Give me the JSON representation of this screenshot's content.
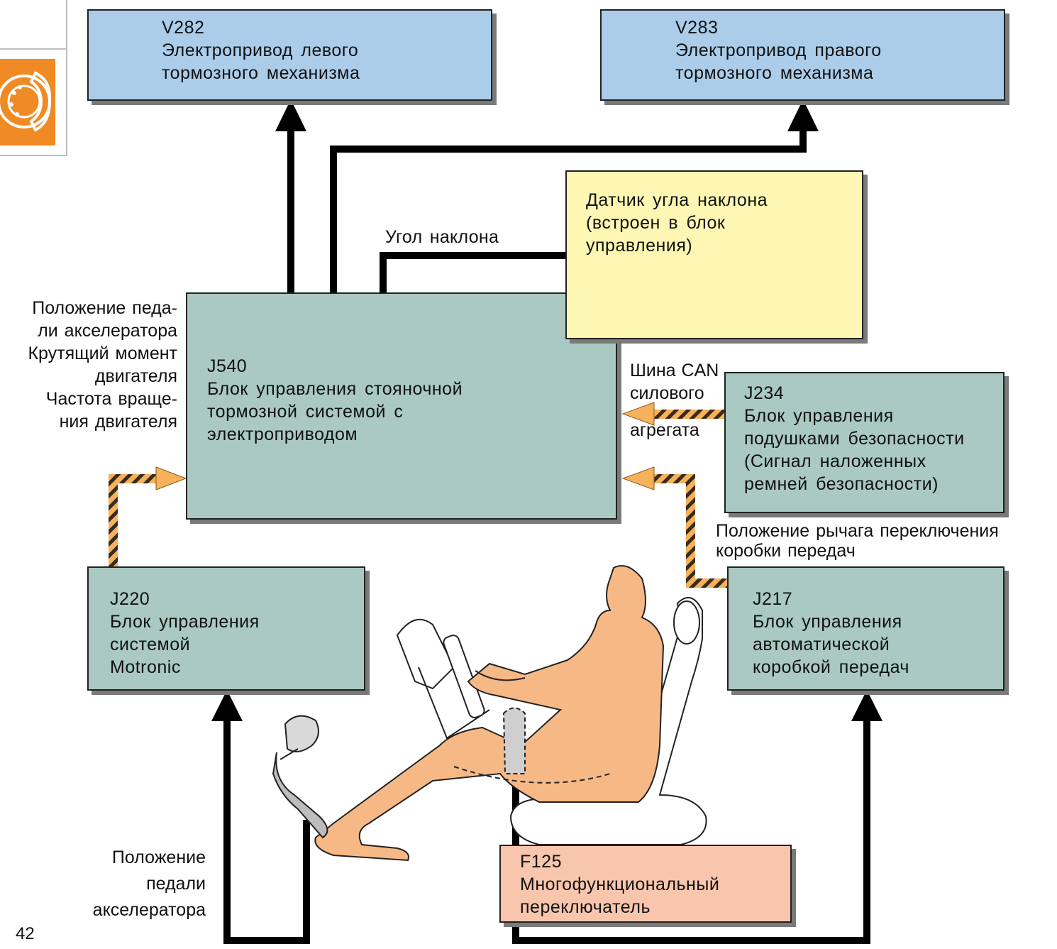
{
  "boxes": {
    "v282": {
      "code": "V282",
      "lines": [
        "Электропривод левого",
        "тормозного механизма"
      ]
    },
    "v283": {
      "code": "V283",
      "lines": [
        "Электропривод правого",
        "тормозного механизма"
      ]
    },
    "sensor": {
      "lines": [
        "Датчик угла наклона",
        "(встроен в блок",
        "управления)"
      ]
    },
    "j540": {
      "code": "J540",
      "lines": [
        "Блок управления стояночной",
        "тормозной системой с",
        "электроприводом"
      ]
    },
    "j234": {
      "code": "J234",
      "lines": [
        "Блок управления",
        "подушками безопасности",
        "(Сигнал наложенных",
        "ремней безопасности)"
      ]
    },
    "j220": {
      "code": "J220",
      "lines": [
        "Блок управления",
        "системой",
        "Motronic"
      ]
    },
    "j217": {
      "code": "J217",
      "lines": [
        "Блок управления",
        "автоматической",
        "коробкой передач"
      ]
    },
    "f125": {
      "code": "F125",
      "lines": [
        "Многофункциональный",
        "переключатель"
      ]
    }
  },
  "labels": {
    "tilt_angle": "Угол наклона",
    "left_inputs": [
      "Положение педа-",
      "ли акселератора",
      "Крутящий момент",
      "двигателя",
      "Частота враще-",
      "ния двигателя"
    ],
    "can_bus": [
      "Шина CAN",
      "силового",
      "агрегата"
    ],
    "gear_lever": [
      "Положение рычага переключения",
      "коробки передач"
    ],
    "pedal_position": [
      "Положение",
      "педали",
      "акселератора"
    ]
  },
  "page_number": "42",
  "colors": {
    "actuator_box": "#abcdea",
    "control_unit_box": "#a9c9c2",
    "sensor_box": "#fdf7b3",
    "switch_box": "#f8c6ad",
    "bus_arrow": "#f5b25a",
    "figure_skin": "#f6b986",
    "tab_icon": "#f08a24"
  },
  "icons": {
    "section_tab": "brake-caliper-icon"
  }
}
